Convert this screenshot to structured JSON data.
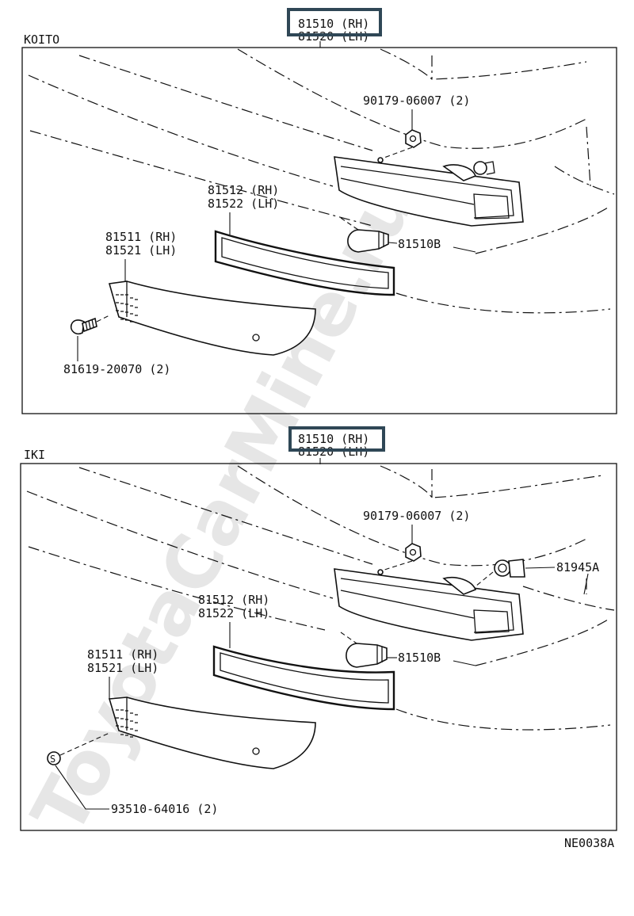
{
  "watermark": "ToyotaCarMine.ru",
  "figure_code": "NE0038A",
  "top": {
    "section_label": "KOITO",
    "title_rh": "81510 (RH)",
    "title_lh": "81520 (LH)",
    "nut": "90179-06007 (2)",
    "gasket_rh": "81512 (RH)",
    "gasket_lh": "81522 (LH)",
    "bulb": "81510B",
    "lens_rh": "81511 (RH)",
    "lens_lh": "81521 (LH)",
    "screw": "81619-20070 (2)"
  },
  "bottom": {
    "section_label": "IKI",
    "title_rh": "81510 (RH)",
    "title_lh": "81520 (LH)",
    "nut": "90179-06007 (2)",
    "socket": "81945A",
    "gasket_rh": "81512 (RH)",
    "gasket_lh": "81522 (LH)",
    "bulb": "81510B",
    "lens_rh": "81511 (RH)",
    "lens_lh": "81521 (LH)",
    "screw": "93510-64016 (2)",
    "screw_mark": "S"
  }
}
